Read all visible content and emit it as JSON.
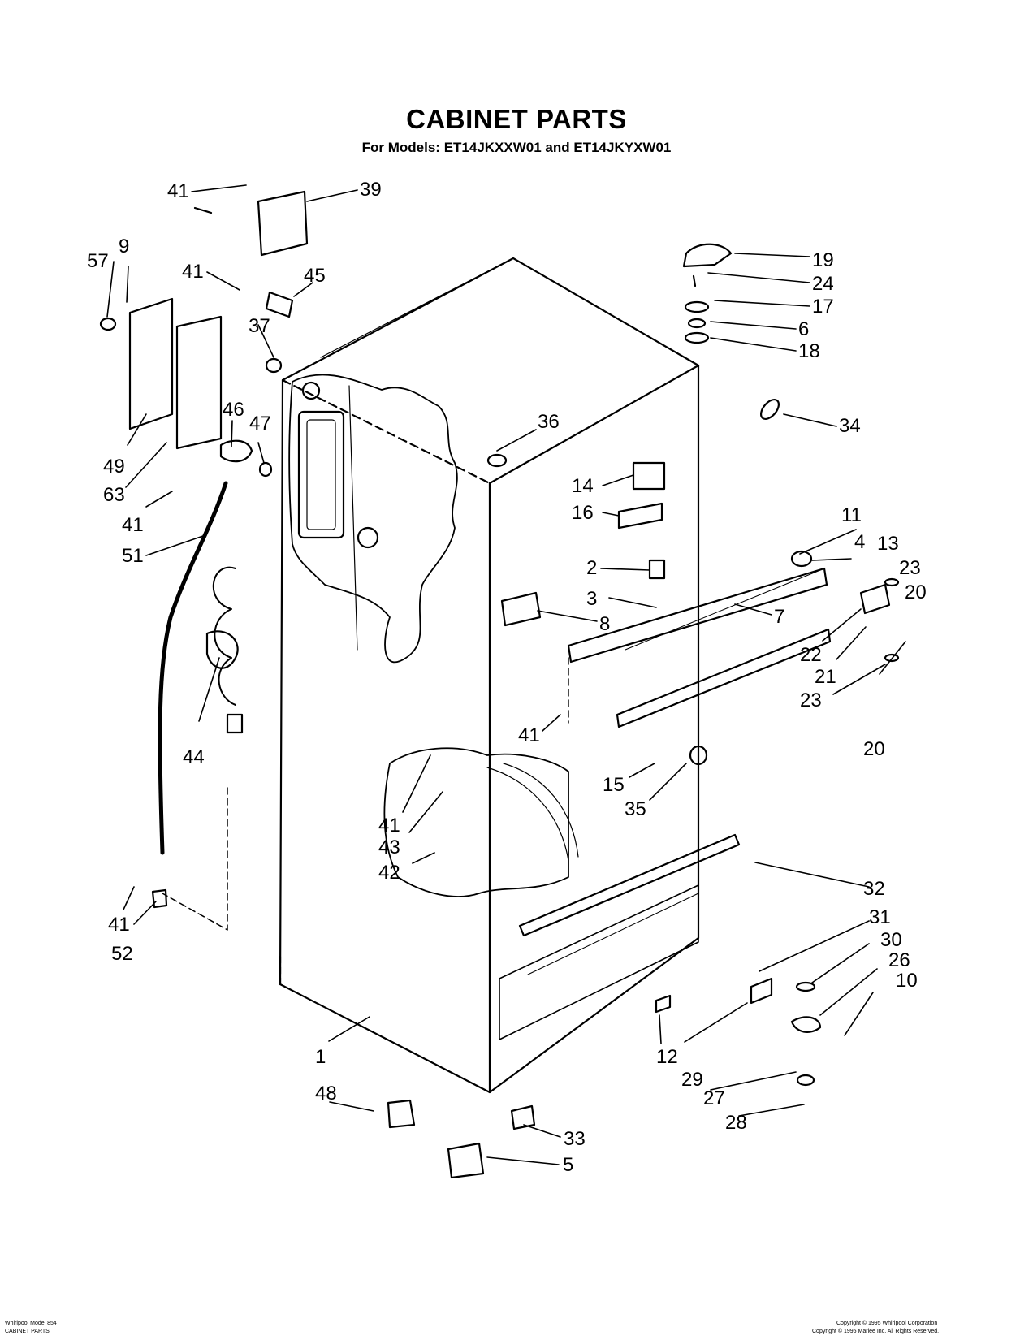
{
  "title": "CABINET PARTS",
  "subtitle": "For Models: ET14JKXXW01 and ET14JKYXW01",
  "callouts": [
    "41",
    "39",
    "57",
    "9",
    "41",
    "45",
    "37",
    "19",
    "24",
    "17",
    "6",
    "18",
    "34",
    "49",
    "63",
    "46",
    "47",
    "36",
    "14",
    "16",
    "41",
    "51",
    "11",
    "4",
    "13",
    "23",
    "20",
    "2",
    "3",
    "7",
    "8",
    "22",
    "21",
    "23",
    "20",
    "44",
    "41",
    "15",
    "35",
    "41",
    "43",
    "42",
    "32",
    "31",
    "30",
    "26",
    "10",
    "41",
    "52",
    "12",
    "29",
    "27",
    "28",
    "1",
    "48",
    "33",
    "5"
  ],
  "footer": {
    "left_line1": "Whirlpool Model 854",
    "left_line2": "CABINET PARTS",
    "right_line1": "Copyright © 1995 Whirlpool Corporation",
    "right_line2": "Copyright © 1995 Marlee Inc. All Rights Reserved."
  }
}
